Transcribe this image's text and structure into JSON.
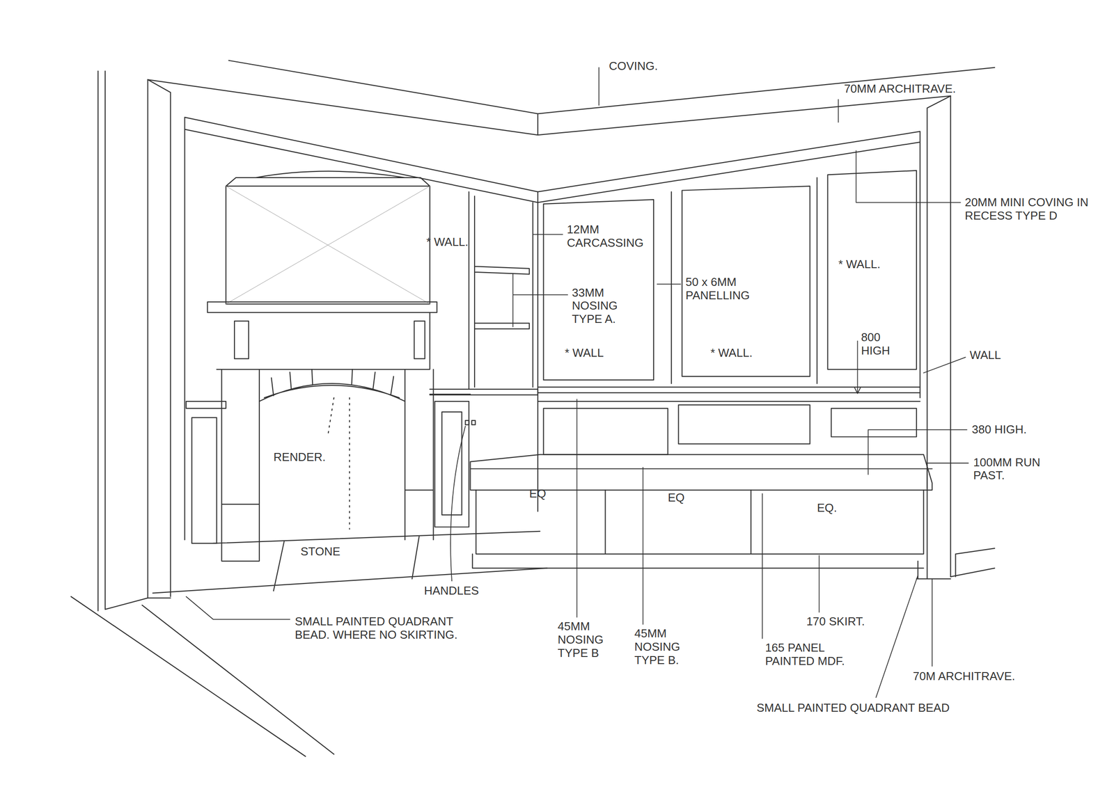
{
  "diagram": {
    "labels": [
      "COVING.",
      "70MM ARCHITRAVE.",
      "* WALL.",
      "12MM CARCASSING",
      "33MM NOSING TYPE A.",
      "* WALL",
      "50 x 6MM PANELLING",
      "* WALL.",
      "* WALL.",
      "20MM MINI COVING IN RECESS TYPE D",
      "800 HIGH",
      "WALL",
      "380 HIGH.",
      "100MM RUN PAST.",
      "EQ",
      "EQ",
      "EQ.",
      "RENDER.",
      "STONE",
      "HANDLES",
      "SMALL PAINTED QUADRANT BEAD. WHERE NO SKIRTING.",
      "45MM NOSING TYPE B",
      "45MM NOSING TYPE B.",
      "165 PANEL PAINTED MDF.",
      "170 SKIRT.",
      "70M ARCHITRAVE.",
      "SMALL PAINTED QUADRANT BEAD"
    ]
  }
}
